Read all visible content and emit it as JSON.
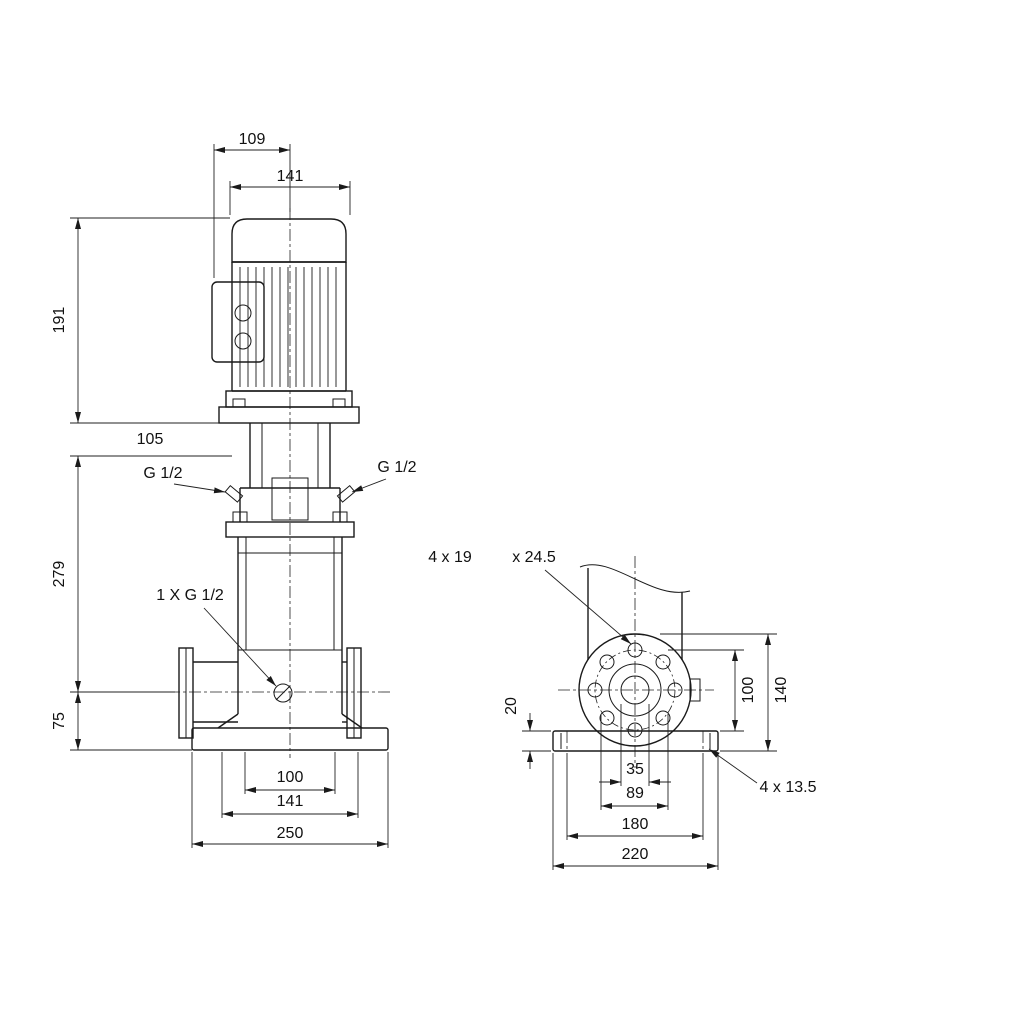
{
  "front_view": {
    "dim_109": "109",
    "dim_141_top": "141",
    "dim_191": "191",
    "dim_105": "105",
    "plug_left": "G 1/2",
    "plug_right": "G 1/2",
    "dim_279": "279",
    "drain": "1 X G 1/2",
    "dim_75": "75",
    "dim_100": "100",
    "dim_141_bottom": "141",
    "dim_250": "250"
  },
  "side_view": {
    "flange_holes": "4 x 19",
    "counterbore": "x 24.5",
    "dim_20": "20",
    "dim_100": "100",
    "dim_140": "140",
    "dim_35": "35",
    "dim_89": "89",
    "dim_180": "180",
    "dim_220": "220",
    "base_holes": "4 x 13.5"
  }
}
